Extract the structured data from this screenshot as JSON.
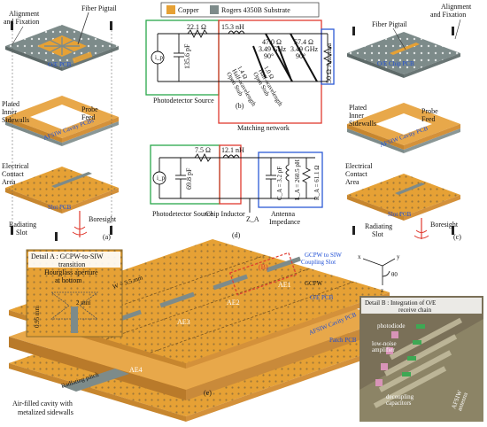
{
  "legend": {
    "copper": "Copper",
    "substrate": "Rogers 4350B Substrate"
  },
  "colors": {
    "copper": "#e6a135",
    "substrate": "#7d8b8a",
    "cavity": "#c98a3a",
    "green": "#2aa84a",
    "red": "#e03a2f",
    "blue": "#2d5bd6"
  },
  "panel_a": {
    "label": "(a)",
    "fiber_pigtail": "Fiber Pigtail",
    "alignment": "Alignment\nand Fixation",
    "oe_pcb": "O/E PCB",
    "plated": "Plated\nInner\nSidewalls",
    "probe": "Probe\nFeed",
    "cavity_pcb": "AFSIW Cavity PCBs",
    "contact": "Electrical\nContact\nArea",
    "slot_pcb": "Slot PCB",
    "radiating": "Radiating\nSlot",
    "boresight": "Boresight"
  },
  "panel_b": {
    "label": "(b)",
    "r1": "22.1 Ω",
    "l1": "15.3 nH",
    "c1": "135.6 pF",
    "ip": "i_p",
    "stub1": "47.0 Ω\n3.49 GHz\n90°",
    "stub2": "57.4 Ω\n3.49 GHz\n90°",
    "open1": "1.4 Ω\nHalf-wavelength\nOpen Stub",
    "open2": "1.0 Ω\nHalf-wavelength\nOpen Stub",
    "antenna": "50 Ω Antenna",
    "source_label": "Photodetector Source",
    "matching": "Matching network"
  },
  "panel_c": {
    "label": "(c)",
    "fiber_pigtail": "Fiber Pigtail",
    "alignment": "Alignment\nand Fixation",
    "oe_pcb": "O/E Chip PCB",
    "plated": "Plated\nInner\nSidewalls",
    "probe": "Probe\nFeed",
    "cavity_pcb": "AFSIW Cavity PCB",
    "contact": "Electrical\nContact\nArea",
    "slot_pcb": "Slot PCB",
    "radiating": "Radiating\nSlot",
    "boresight": "Boresight"
  },
  "panel_d": {
    "label": "(d)",
    "r1": "7.5 Ω",
    "l1": "12.1 nH",
    "c1": "69.8 pF",
    "ip": "i_p",
    "ca": "C_A = 3.2 pF",
    "la": "L_A = 260.5 pH",
    "ra": "R_A = 61.1 Ω",
    "za": "Z_A",
    "source_label": "Photodetector Source",
    "inductor_label": "Chip Inductor",
    "antenna_label": "Antenna\nImpedance"
  },
  "panel_e": {
    "label": "(e)",
    "detail_a": "Detail A : GCPW-to-SIW\ntransition",
    "hourglass": "Hourglass aperture\nat bottom",
    "dim1": "0.95 mm",
    "dim2": "2 mm",
    "dim3": "W = 5.5 mm",
    "gcpw_to_siw": "GCPW to SIW\nCoupling Slot",
    "gcpw": "GCPW",
    "oe_pcb": "O/E PCB",
    "cavity_pcb": "AFSIW Cavity PCB",
    "patch_pcb": "Patch PCB",
    "ae1": "AE1",
    "ae2": "AE2",
    "ae3": "AE3",
    "ae4": "AE4",
    "radiating_patch": "Radiating patch",
    "air_filled": "Air-filled cavity with\nmetalized sidewalls",
    "axis_x": "x",
    "axis_y": "y",
    "axis_z": "z",
    "theta": "θ0",
    "da": "A"
  },
  "detail_b": {
    "title": "Detail B : Integration of O/E\nreceive chain",
    "photodiode": "photodiode",
    "lna": "low-noise\namplifier",
    "caps": "decoupling\ncapacitors",
    "antenna": "AFSIW\nantenna"
  }
}
